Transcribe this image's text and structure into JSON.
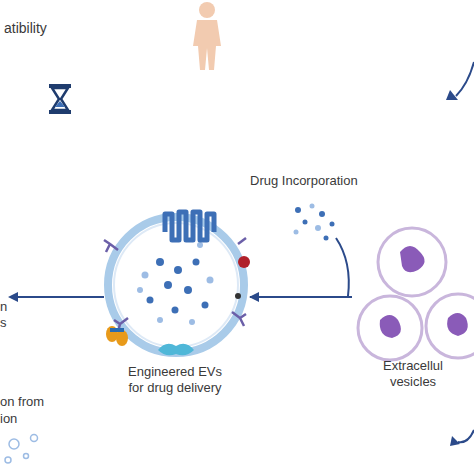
{
  "diagram": {
    "nodes": [
      {
        "text": [
          "Engineered EVs for drug delivery"
        ]
      },
      {
        "text": [
          "Extracellul vesicles"
        ]
      }
    ],
    "edges": [
      {
        "from": 1,
        "to": 0,
        "arrow": "to"
      }
    ],
    "labels": [
      "atibility",
      "Drug Incorporation",
      "n",
      "s",
      "on from",
      "ion"
    ]
  }
}
